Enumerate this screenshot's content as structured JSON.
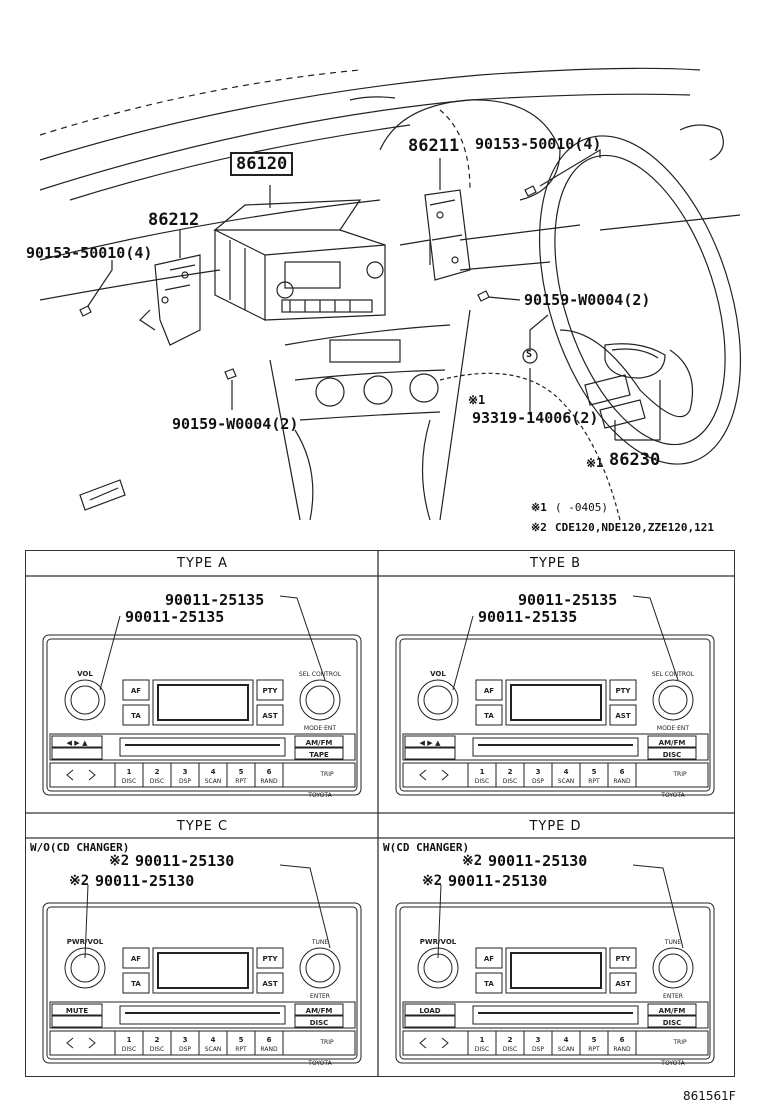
{
  "top": {
    "labels": {
      "l86120": "86120",
      "l86211": "86211",
      "l86212": "86212",
      "screw_tr": "90153-50010(4)",
      "screw_tl": "90153-50010(4)",
      "screw_r": "90159-W0004(2)",
      "screw_b": "90159-W0004(2)",
      "mark1": "※1",
      "l93319": "93319-14006(2)",
      "l86230_mark": "※1",
      "l86230": "86230",
      "s_mark": "S"
    },
    "notes": {
      "n1_mark": "※1",
      "n1_text": "(   -0405)",
      "n2_mark": "※2",
      "n2_text": "CDE120,NDE120,ZZE120,121"
    }
  },
  "panels": [
    {
      "title": "TYPE  A",
      "subtitle": "",
      "part_top": "90011-25135",
      "part_bottom": "90011-25135",
      "mark_top": "",
      "mark_bottom": "",
      "left_knob": "VOL",
      "right_knob": "SEL CONTROL",
      "right_knob_sub": "MODE·ENT",
      "btn_left": [
        "AF",
        "TA"
      ],
      "btn_right": [
        "PTY",
        "AST"
      ],
      "slot_left": "◀ ▶ ▲",
      "side_btns": [
        "AM/FM",
        "TAPE"
      ],
      "presets": [
        "1",
        "2",
        "3",
        "4",
        "5",
        "6"
      ],
      "preset_sub": [
        "DISC",
        "DISC",
        "DSP",
        "SCAN",
        "RPT",
        "RAND"
      ],
      "last_btn": "TRIP",
      "brand": "TOYOTA"
    },
    {
      "title": "TYPE  B",
      "subtitle": "",
      "part_top": "90011-25135",
      "part_bottom": "90011-25135",
      "mark_top": "",
      "mark_bottom": "",
      "left_knob": "VOL",
      "right_knob": "SEL CONTROL",
      "right_knob_sub": "MODE·ENT",
      "btn_left": [
        "AF",
        "TA"
      ],
      "btn_right": [
        "PTY",
        "AST"
      ],
      "slot_left": "◀ ▶ ▲",
      "side_btns": [
        "AM/FM",
        "DISC"
      ],
      "presets": [
        "1",
        "2",
        "3",
        "4",
        "5",
        "6"
      ],
      "preset_sub": [
        "DISC",
        "DISC",
        "DSP",
        "SCAN",
        "RPT",
        "RAND"
      ],
      "last_btn": "TRIP",
      "brand": "TOYOTA"
    },
    {
      "title": "TYPE  C",
      "subtitle": "W/O(CD CHANGER)",
      "part_top": "90011-25130",
      "part_bottom": "90011-25130",
      "mark_top": "※2",
      "mark_bottom": "※2",
      "left_knob": "PWR/VOL",
      "right_knob": "TUNE",
      "right_knob_sub": "ENTER",
      "btn_left": [
        "AF",
        "TA"
      ],
      "btn_right": [
        "PTY",
        "AST"
      ],
      "slot_left": "MUTE",
      "side_btns": [
        "AM/FM",
        "DISC"
      ],
      "presets": [
        "1",
        "2",
        "3",
        "4",
        "5",
        "6"
      ],
      "preset_sub": [
        "DISC",
        "DISC",
        "DSP",
        "SCAN",
        "RPT",
        "RAND"
      ],
      "last_btn": "TRIP",
      "brand": "TOYOTA"
    },
    {
      "title": "TYPE  D",
      "subtitle": "W(CD CHANGER)",
      "part_top": "90011-25130",
      "part_bottom": "90011-25130",
      "mark_top": "※2",
      "mark_bottom": "※2",
      "left_knob": "PWR/VOL",
      "right_knob": "TUNE",
      "right_knob_sub": "ENTER",
      "btn_left": [
        "AF",
        "TA"
      ],
      "btn_right": [
        "PTY",
        "AST"
      ],
      "slot_left": "LOAD",
      "side_btns": [
        "AM/FM",
        "DISC"
      ],
      "presets": [
        "1",
        "2",
        "3",
        "4",
        "5",
        "6"
      ],
      "preset_sub": [
        "DISC",
        "DISC",
        "DSP",
        "SCAN",
        "RPT",
        "RAND"
      ],
      "last_btn": "TRIP",
      "brand": "TOYOTA"
    }
  ],
  "figure_number": "861561F"
}
